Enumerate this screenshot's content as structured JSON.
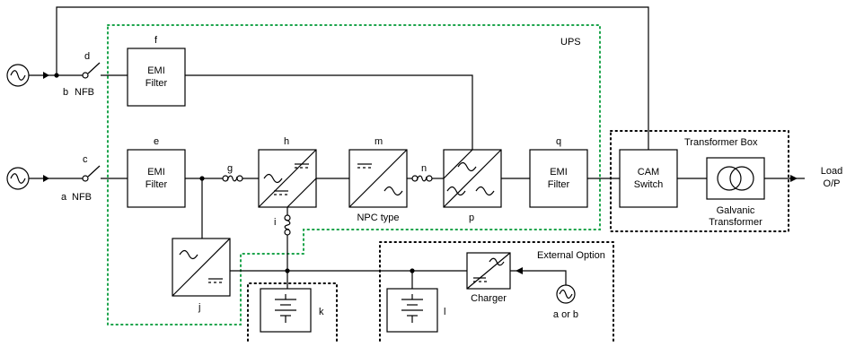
{
  "labels": {
    "ups": "UPS",
    "transformer_box": "Transformer Box",
    "external_option": "External Option",
    "load_1": "Load",
    "load_2": "O/P",
    "npc_type": "NPC type",
    "source_ext": "a or b"
  },
  "sources": {
    "top_node": "b",
    "bottom_node": "a"
  },
  "breakers": {
    "top_letter": "d",
    "bottom_letter": "c",
    "nfb": "NFB"
  },
  "blocks": {
    "f": {
      "letter": "f",
      "line1": "EMI",
      "line2": "Filter"
    },
    "e": {
      "letter": "e",
      "line1": "EMI",
      "line2": "Filter"
    },
    "q": {
      "letter": "q",
      "line1": "EMI",
      "line2": "Filter"
    },
    "h": {
      "letter": "h"
    },
    "m": {
      "letter": "m"
    },
    "p": {
      "letter": "p"
    },
    "j": {
      "letter": "j"
    },
    "cam": {
      "line1": "CAM",
      "line2": "Switch"
    },
    "transformer": {
      "line1": "Galvanic",
      "line2": "Transformer"
    },
    "charger": {
      "label": "Charger"
    }
  },
  "fuses": {
    "g": "g",
    "n": "n",
    "i": "i"
  },
  "batteries": {
    "k": "k",
    "l": "l"
  },
  "colors": {
    "ups_border": "#1aa34a",
    "line": "#000000"
  }
}
